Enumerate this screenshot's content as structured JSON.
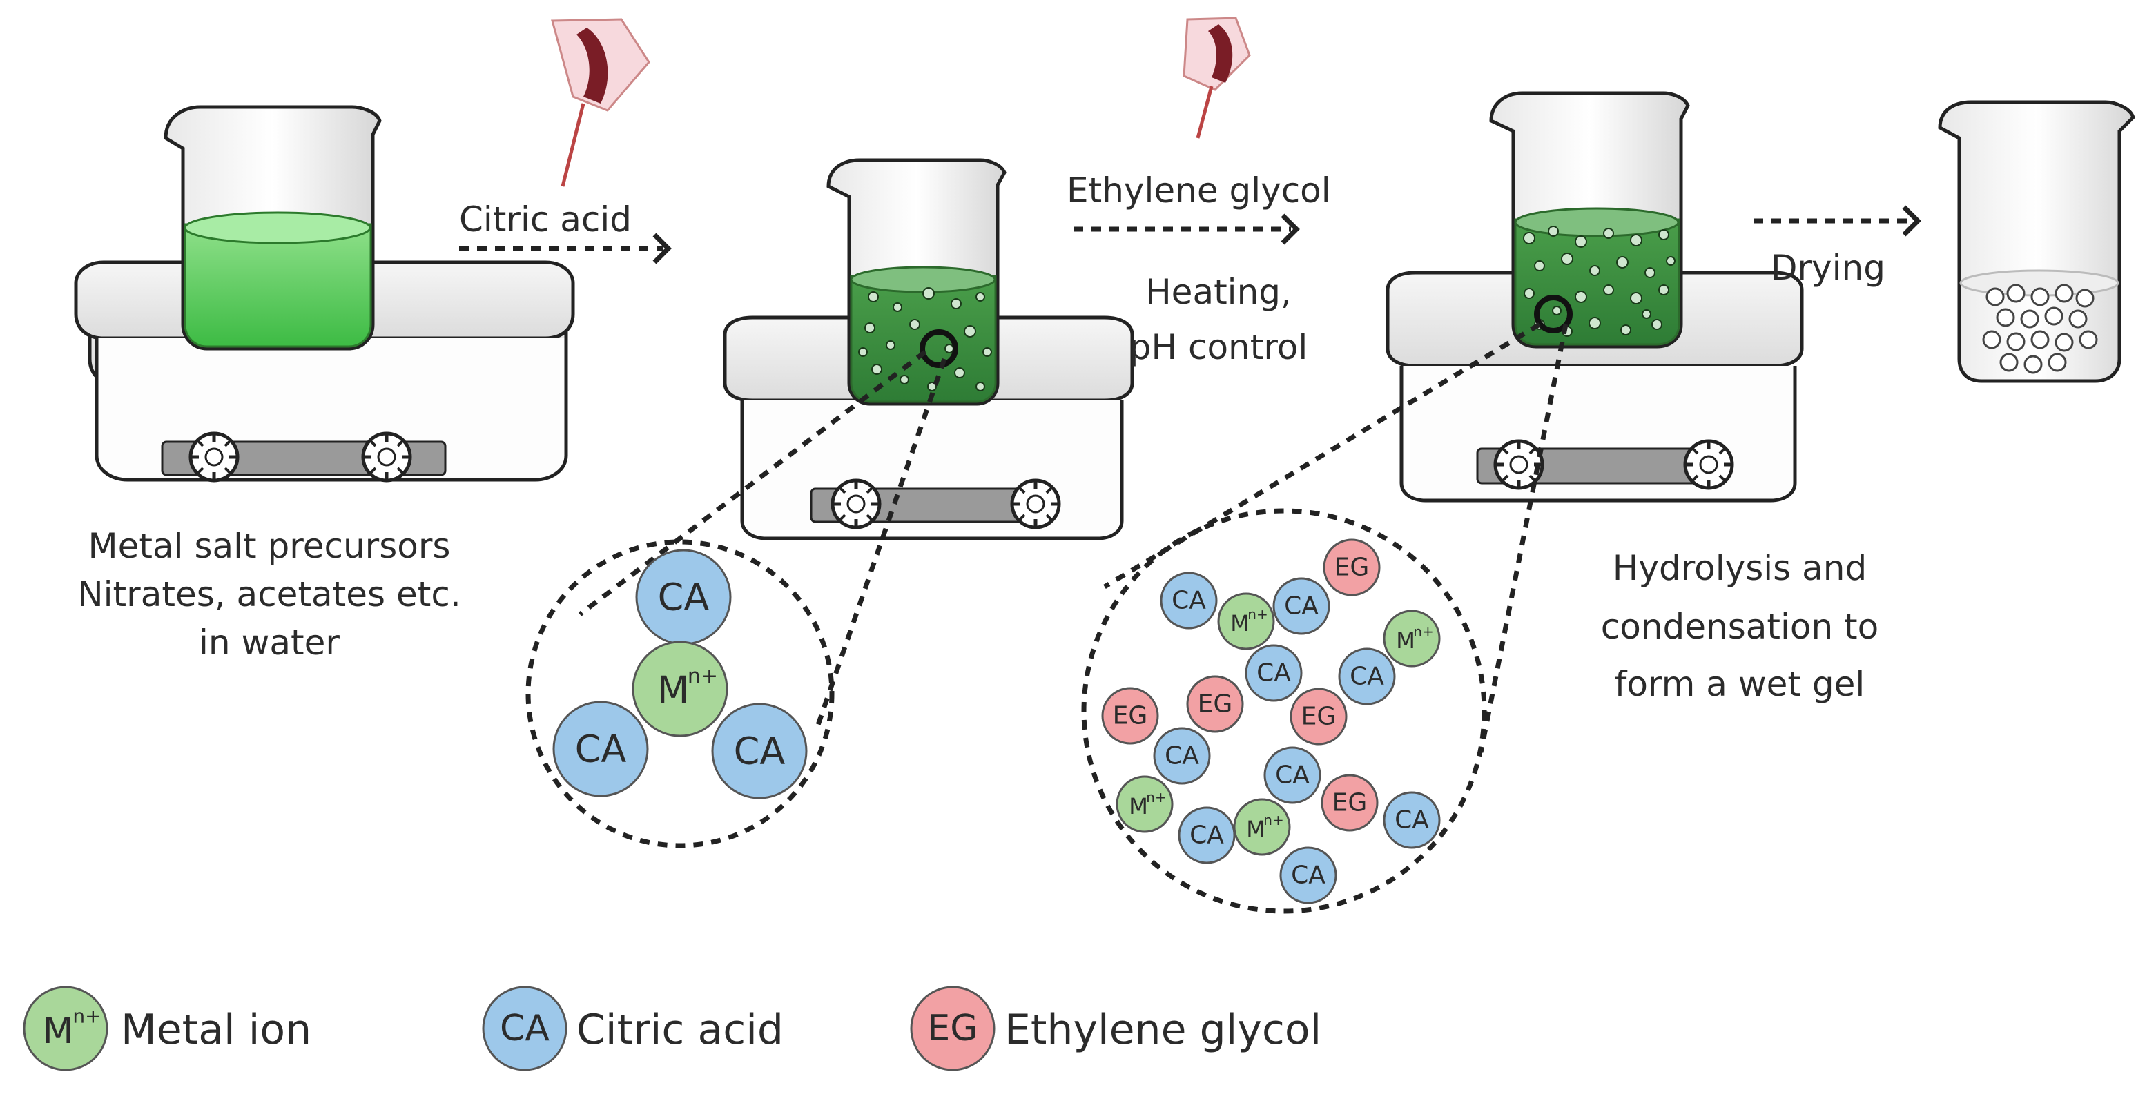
{
  "steps": {
    "step1_line1": "Metal salt precursors",
    "step1_line2": "Nitrates, acetates etc.",
    "step1_line3": "in water",
    "arrow1": "Citric acid",
    "arrow2": "Ethylene glycol",
    "step2_line1": "Heating,",
    "step2_line2": "pH control",
    "arrow3": "Drying",
    "step3_line1": "Hydrolysis and",
    "step3_line2": "condensation to",
    "step3_line3": "form a wet gel"
  },
  "particles": {
    "metal": "M",
    "metal_sup": "n+",
    "ca": "CA",
    "eg": "EG"
  },
  "legend": {
    "metal_label": "Metal ion",
    "ca_label": "Citric acid",
    "eg_label": "Ethylene glycol"
  },
  "colors": {
    "metal": "#a9d79a",
    "citric_acid": "#9dc8ea",
    "ethylene_glycol": "#f2a1a4",
    "solution": "#5fc95a",
    "outline": "#222222"
  }
}
